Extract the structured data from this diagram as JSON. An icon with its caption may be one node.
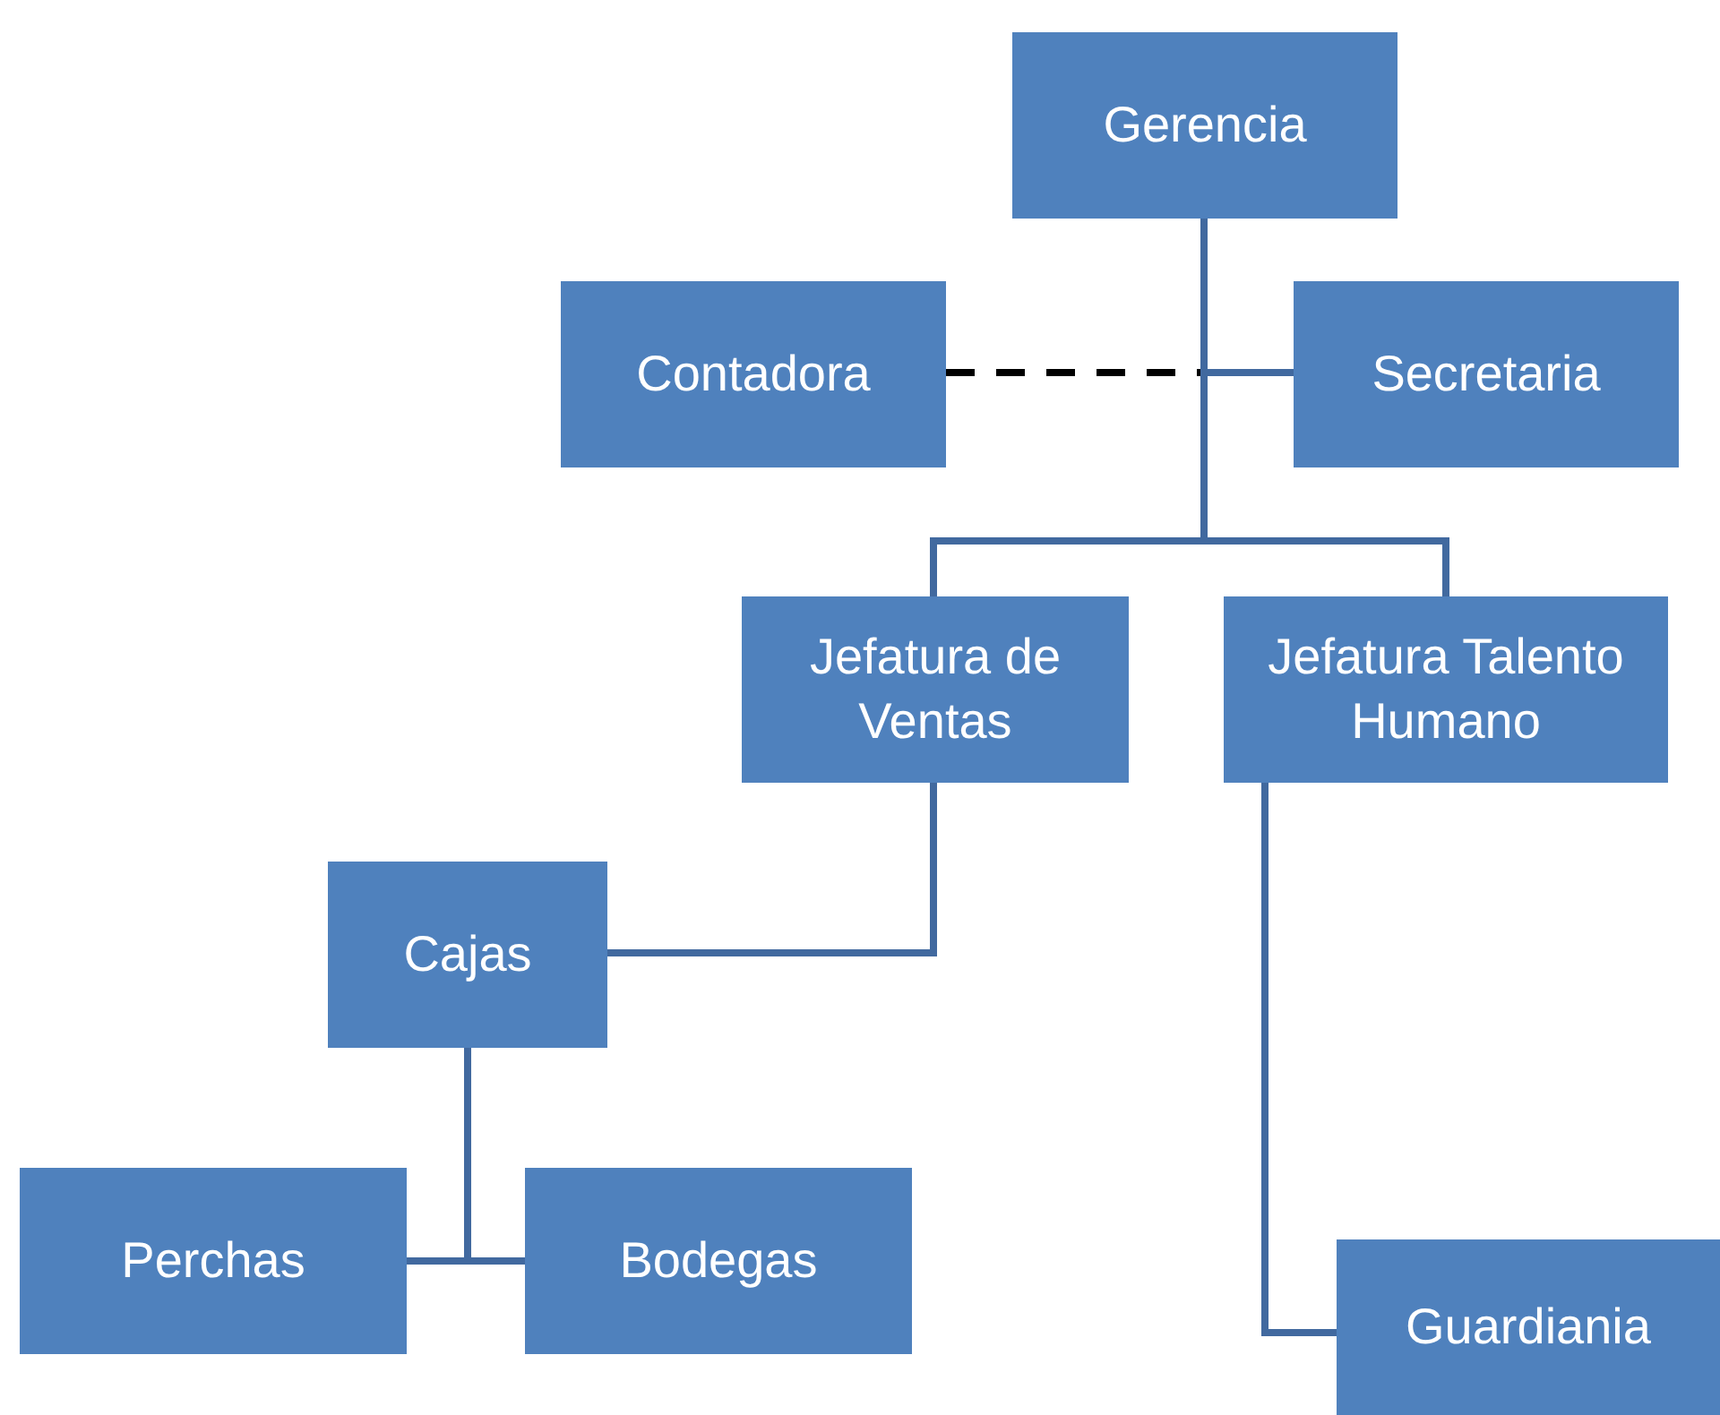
{
  "diagram": {
    "nodes": [
      {
        "text": [
          "Gerencia"
        ]
      },
      {
        "text": [
          "Contadora"
        ]
      },
      {
        "text": [
          "Secretaria"
        ]
      },
      {
        "text": [
          "Jefatura de Ventas"
        ]
      },
      {
        "text": [
          "Jefatura Talento Humano"
        ]
      },
      {
        "text": [
          "Cajas"
        ]
      },
      {
        "text": [
          "Perchas"
        ]
      },
      {
        "text": [
          "Bodegas"
        ]
      },
      {
        "text": [
          "Guardiania"
        ]
      }
    ],
    "edges": [
      {
        "from": 0,
        "to": 2,
        "arrow": "none"
      },
      {
        "from": 0,
        "to": 3,
        "arrow": "none"
      },
      {
        "from": 0,
        "to": 4,
        "arrow": "none"
      },
      {
        "from": 1,
        "to": 0,
        "arrow": "none",
        "style": "dashed",
        "color": "#000000"
      },
      {
        "from": 3,
        "to": 5,
        "arrow": "none"
      },
      {
        "from": 5,
        "to": 6,
        "arrow": "none"
      },
      {
        "from": 5,
        "to": 7,
        "arrow": "none"
      },
      {
        "from": 4,
        "to": 8,
        "arrow": "none"
      }
    ]
  }
}
